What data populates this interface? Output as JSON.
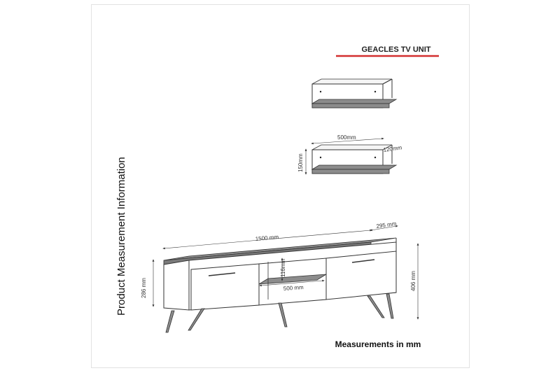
{
  "title": "GEACLES TV UNIT",
  "side_title": "Product Measurement Information",
  "footer": "Measurements in mm",
  "colors": {
    "accent_line": "#d32f2f",
    "surface": "#8c8c8c",
    "outline": "#3a3a3a"
  },
  "shelf_dimensions": {
    "width": "500mm",
    "depth": "120mm",
    "height": "150mm"
  },
  "unit_dimensions": {
    "width": "1500 mm",
    "depth": "295 mm",
    "height_body": "286 mm",
    "height_total": "406 mm",
    "shelf_height": "116mm",
    "shelf_width": "500 mm"
  }
}
